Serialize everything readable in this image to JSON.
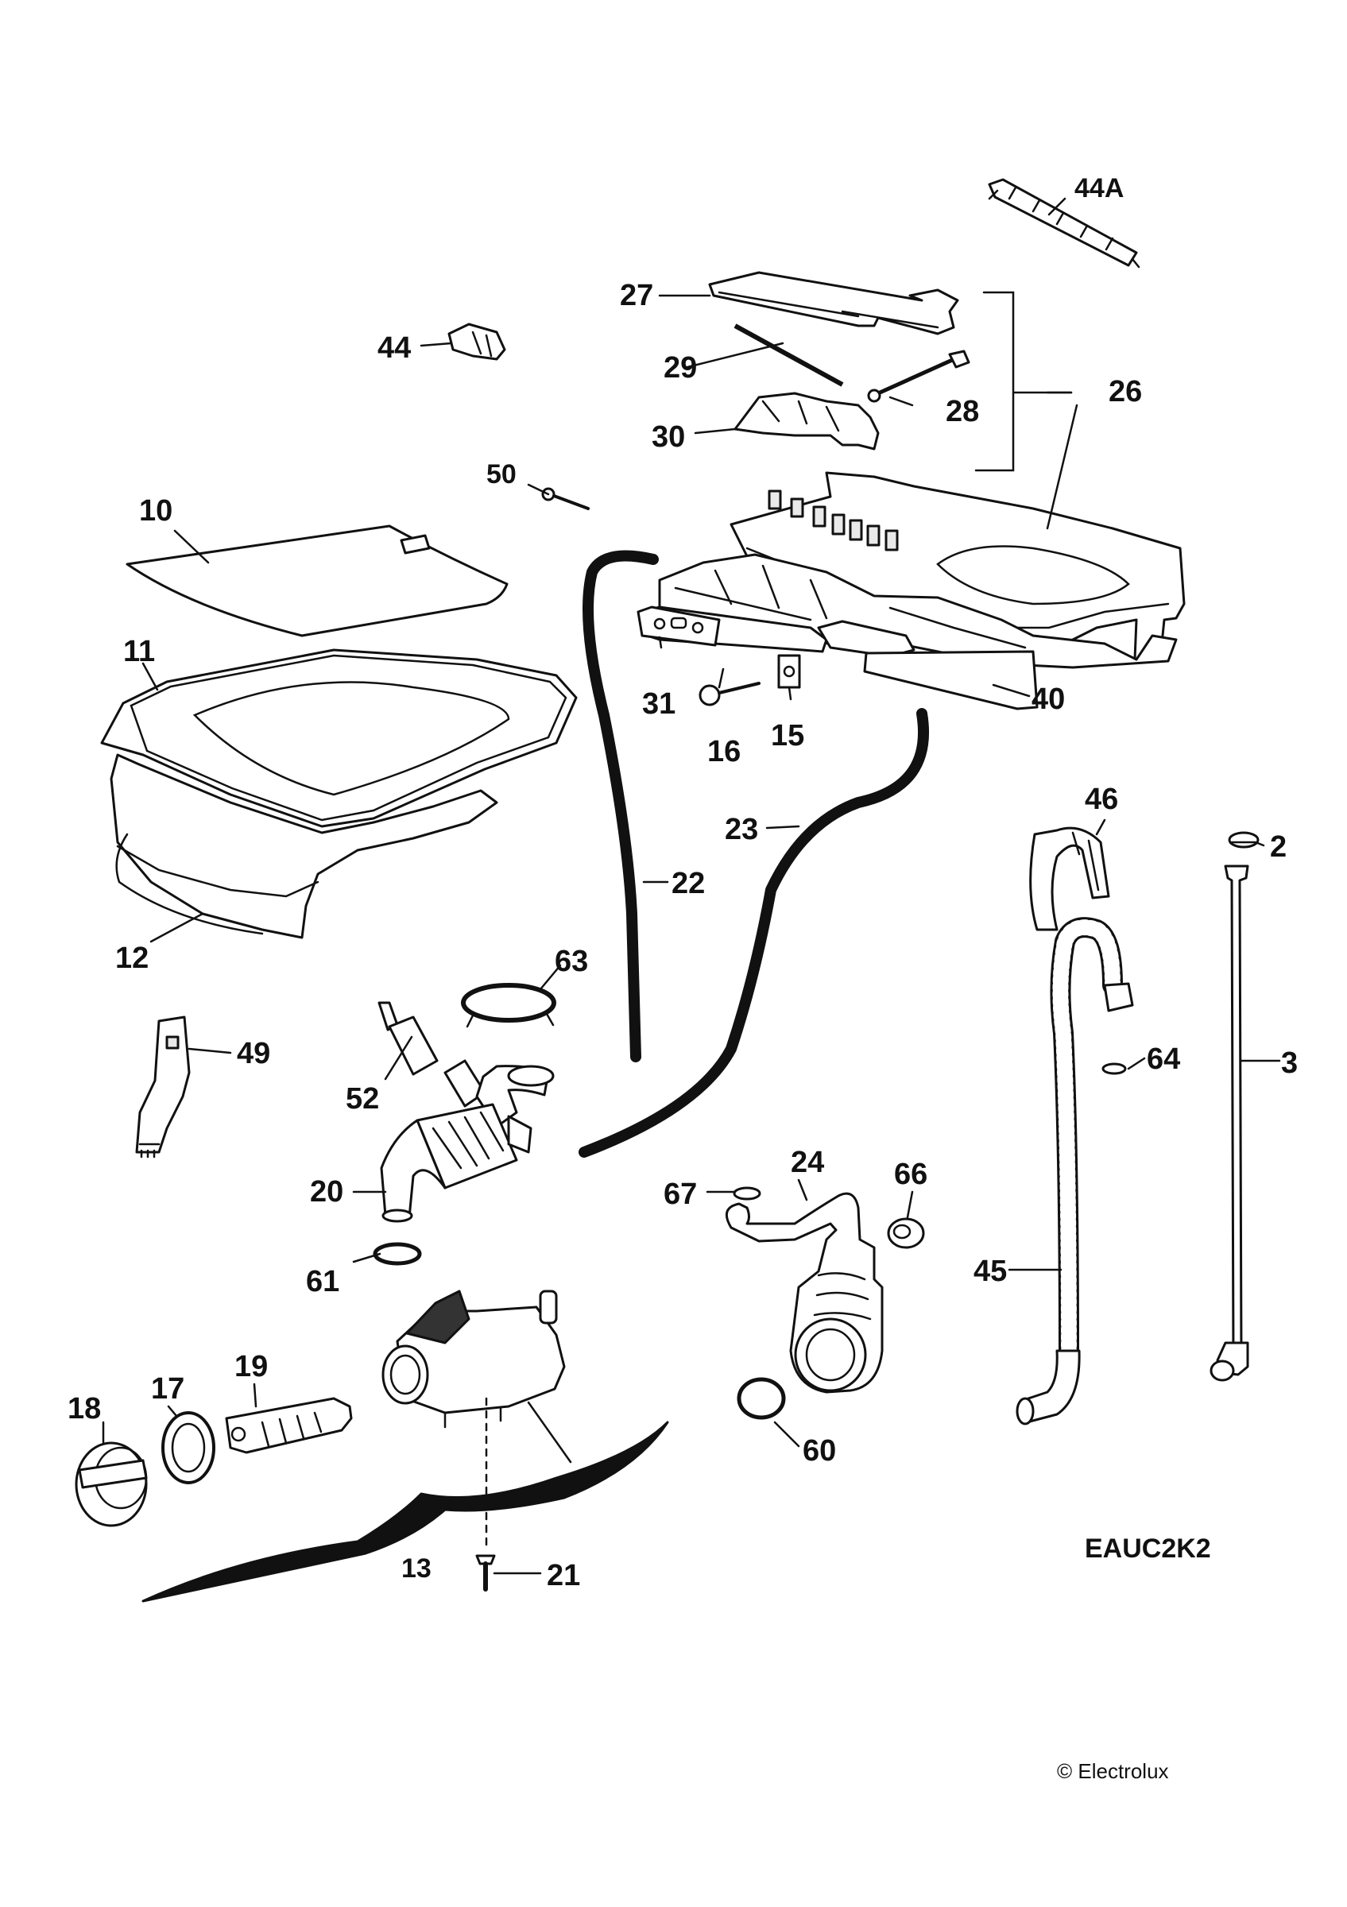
{
  "model_code": "EAUC2K2",
  "copyright": "© Electrolux",
  "callouts": {
    "p44A": "44A",
    "p27": "27",
    "p44": "44",
    "p29": "29",
    "p28": "28",
    "p26": "26",
    "p30": "30",
    "p50": "50",
    "p10": "10",
    "p31": "31",
    "p16": "16",
    "p15": "15",
    "p40": "40",
    "p11": "11",
    "p23": "23",
    "p46": "46",
    "p2": "2",
    "p22": "22",
    "p12": "12",
    "p63": "63",
    "p49": "49",
    "p52": "52",
    "p64": "64",
    "p3": "3",
    "p20": "20",
    "p24": "24",
    "p66": "66",
    "p67": "67",
    "p45": "45",
    "p61": "61",
    "p19": "19",
    "p17": "17",
    "p18": "18",
    "p60": "60",
    "p13": "13",
    "p21": "21"
  }
}
